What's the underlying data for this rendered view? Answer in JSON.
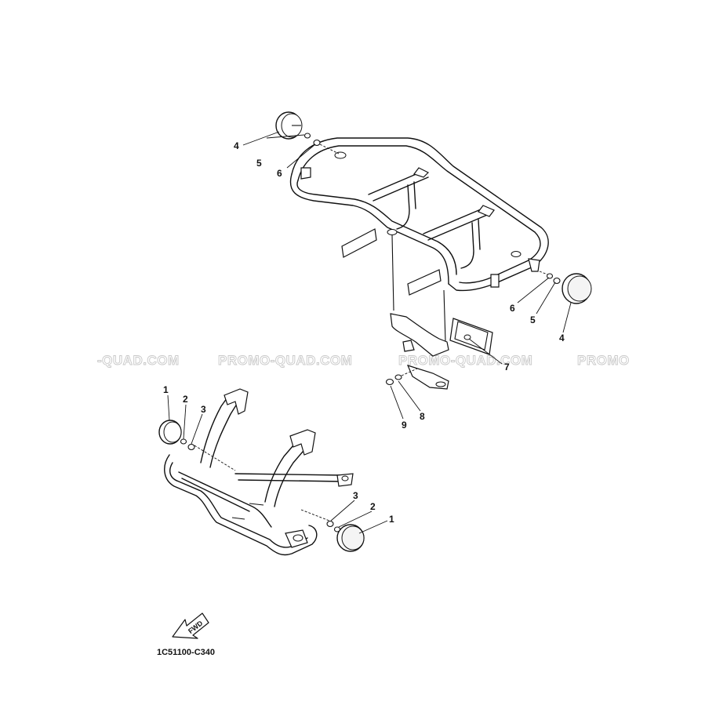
{
  "diagram": {
    "watermark": {
      "segments": [
        "-QUAD.COM",
        "PROMO-QUAD.COM",
        "PROMO-QUAD.COM",
        "PROMO"
      ]
    },
    "diagram_code": "1C51100-C340",
    "fwd_label": "FWD",
    "callouts_rear": [
      {
        "label": "4"
      },
      {
        "label": "5"
      },
      {
        "label": "6"
      },
      {
        "label": "6"
      },
      {
        "label": "5"
      },
      {
        "label": "4"
      },
      {
        "label": "7"
      },
      {
        "label": "8"
      },
      {
        "label": "9"
      }
    ],
    "callouts_front": [
      {
        "label": "1"
      },
      {
        "label": "2"
      },
      {
        "label": "3"
      },
      {
        "label": "3"
      },
      {
        "label": "2"
      },
      {
        "label": "1"
      }
    ]
  }
}
